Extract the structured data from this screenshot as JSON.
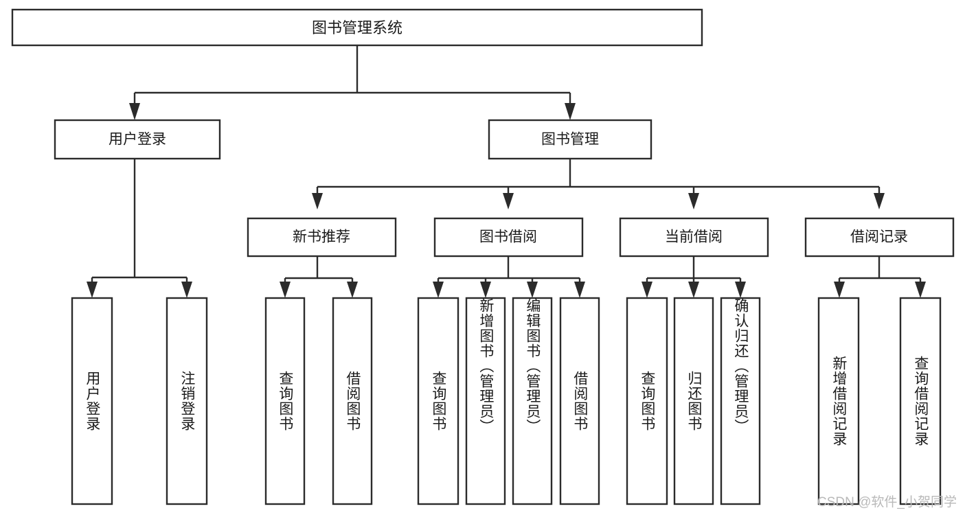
{
  "diagram": {
    "type": "tree-hierarchy",
    "title": "图书管理系统",
    "root": {
      "label": "图书管理系统",
      "children": [
        {
          "label": "用户登录",
          "children": [
            {
              "label": "用户登录"
            },
            {
              "label": "注销登录"
            }
          ]
        },
        {
          "label": "图书管理",
          "children": [
            {
              "label": "新书推荐",
              "children": [
                {
                  "label": "查询图书"
                },
                {
                  "label": "借阅图书"
                }
              ]
            },
            {
              "label": "图书借阅",
              "children": [
                {
                  "label": "查询图书"
                },
                {
                  "label": "新增图书（管理员）"
                },
                {
                  "label": "编辑图书（管理员）"
                },
                {
                  "label": "借阅图书"
                }
              ]
            },
            {
              "label": "当前借阅",
              "children": [
                {
                  "label": "查询图书"
                },
                {
                  "label": "归还图书"
                },
                {
                  "label": "确认归还（管理员）"
                }
              ]
            },
            {
              "label": "借阅记录",
              "children": [
                {
                  "label": "新增借阅记录"
                },
                {
                  "label": "查询借阅记录"
                }
              ]
            }
          ]
        }
      ]
    },
    "nodes": {
      "root": "图书管理系统",
      "l2": [
        "用户登录",
        "图书管理"
      ],
      "l3": [
        "新书推荐",
        "图书借阅",
        "当前借阅",
        "借阅记录"
      ],
      "leaves": [
        "用户登录",
        "注销登录",
        "查询图书",
        "借阅图书",
        "查询图书",
        "新增图书（管理员）",
        "编辑图书（管理员）",
        "借阅图书",
        "查询图书",
        "归还图书",
        "确认归还（管理员）",
        "新增借阅记录",
        "查询借阅记录"
      ]
    },
    "colors": {
      "stroke": "#2b2b2b",
      "fill": "#ffffff",
      "text": "#1a1a1a",
      "watermark": "#b9b9b9",
      "background": "#ffffff"
    }
  },
  "watermark": {
    "text": "CSDN @软件_小贺同学"
  }
}
